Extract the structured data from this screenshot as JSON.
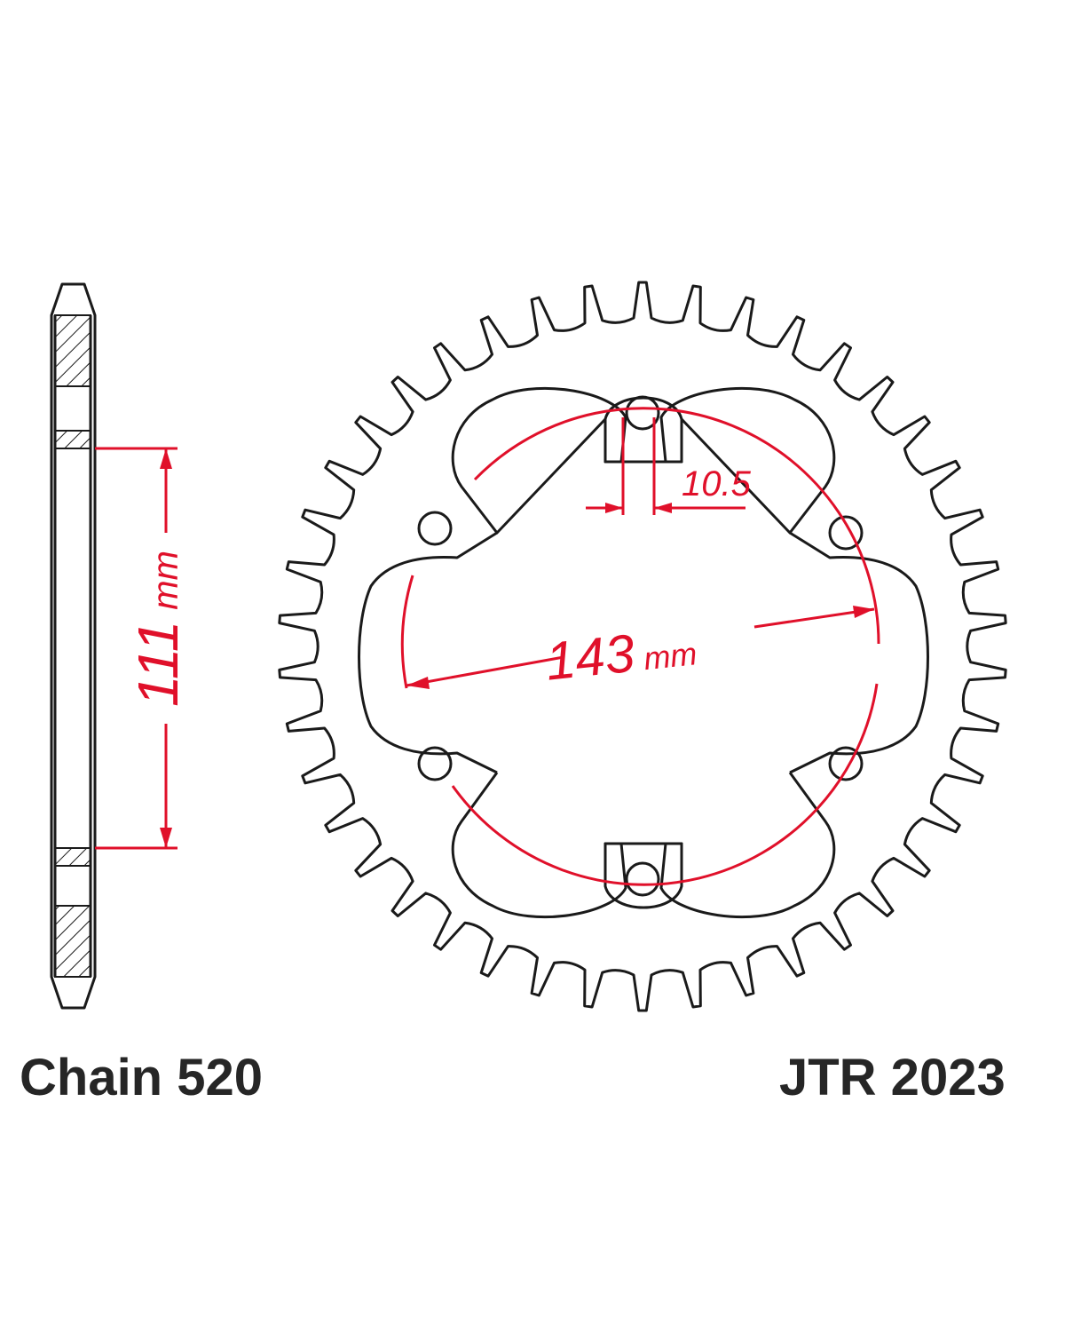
{
  "dimensions": {
    "hub_width_value": "111",
    "hub_width_unit": "mm",
    "bolt_circle_value": "143",
    "bolt_circle_unit": "mm",
    "bolt_hole_value": "10.5"
  },
  "captions": {
    "chain": "Chain 520",
    "part_number": "JTR 2023"
  },
  "sprocket": {
    "teeth": 42,
    "bolt_holes": 6,
    "cutouts": 6
  },
  "colors": {
    "outline": "#1a1a1a",
    "dimension": "#e0102a"
  }
}
